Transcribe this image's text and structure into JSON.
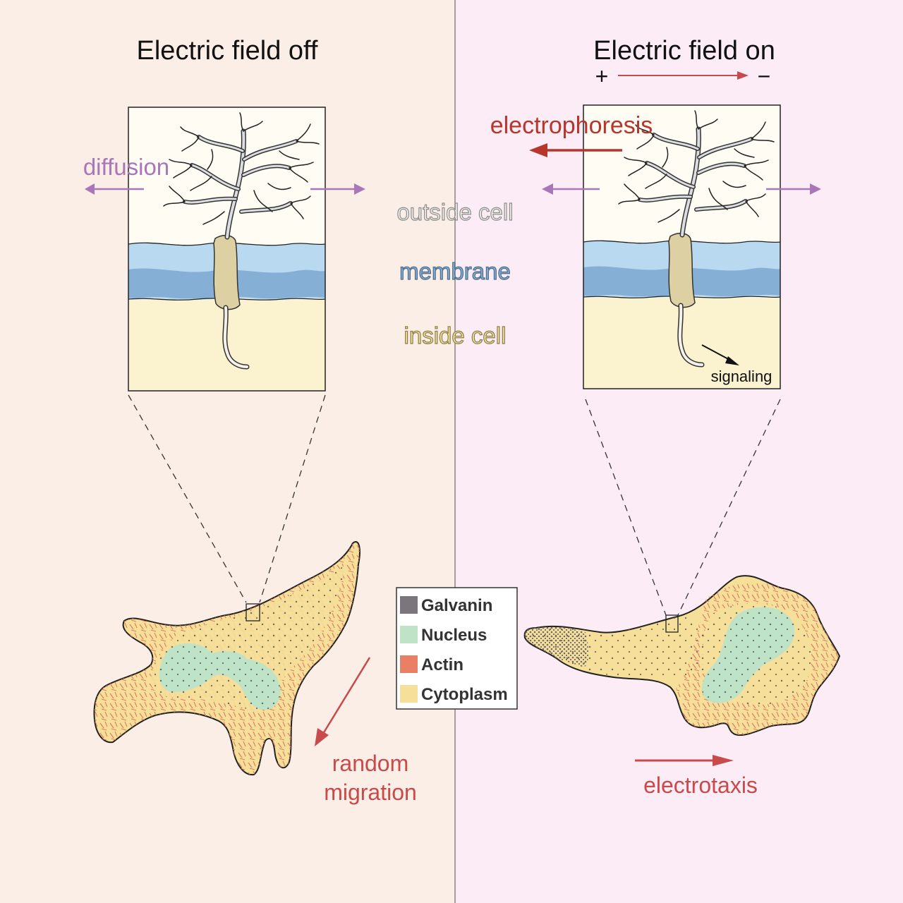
{
  "panels": {
    "left_title": "Electric field off",
    "right_title": "Electric field on",
    "plus_sign": "+",
    "minus_sign": "−"
  },
  "zoom_labels": {
    "diffusion": "diffusion",
    "electrophoresis": "electrophoresis",
    "outside_cell": "outside cell",
    "membrane": "membrane",
    "inside_cell": "inside cell",
    "signaling": "signaling"
  },
  "legend": {
    "items": [
      {
        "label": "Galvanin",
        "color": "#7a767b"
      },
      {
        "label": "Nucleus",
        "color": "#bfe3c6"
      },
      {
        "label": "Actin",
        "color": "#e98065"
      },
      {
        "label": "Cytoplasm",
        "color": "#f6df98"
      }
    ]
  },
  "cells": {
    "left_label_line1": "random",
    "left_label_line2": "migration",
    "right_label": "electrotaxis"
  },
  "colors": {
    "left_bg": "#fbeee6",
    "right_bg": "#fcecf5",
    "arrow_red": "#c84a4a",
    "arrow_purple": "#a777b8",
    "membrane_blue": "#89b3da",
    "cytoplasm": "#f6df98",
    "nucleus": "#bfe3c6"
  }
}
